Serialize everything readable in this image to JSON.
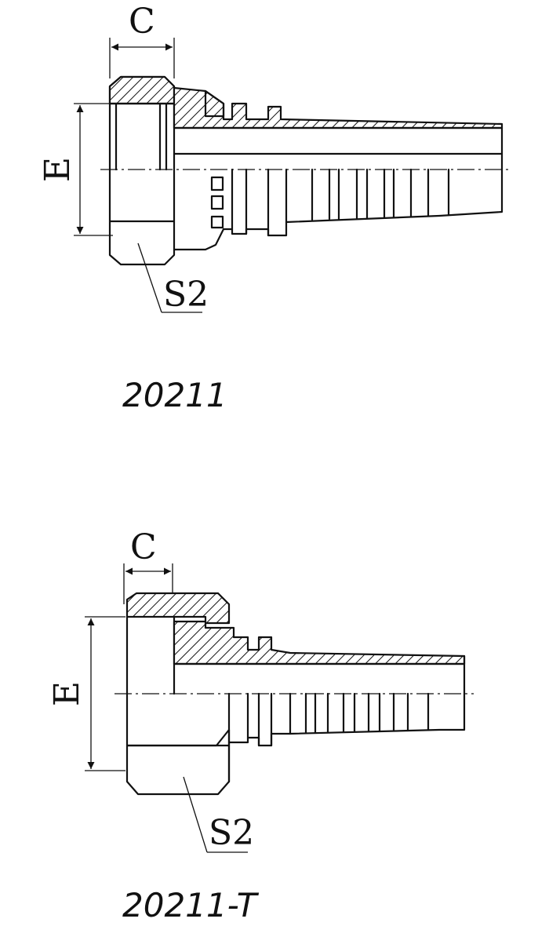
{
  "figures": [
    {
      "caption": "20211",
      "dim_c": "C",
      "dim_e": "E",
      "dim_s2": "S2"
    },
    {
      "caption": "20211-T",
      "dim_c": "C",
      "dim_e": "E",
      "dim_s2": "S2"
    }
  ],
  "colors": {
    "line": "#111111",
    "background": "#ffffff"
  }
}
